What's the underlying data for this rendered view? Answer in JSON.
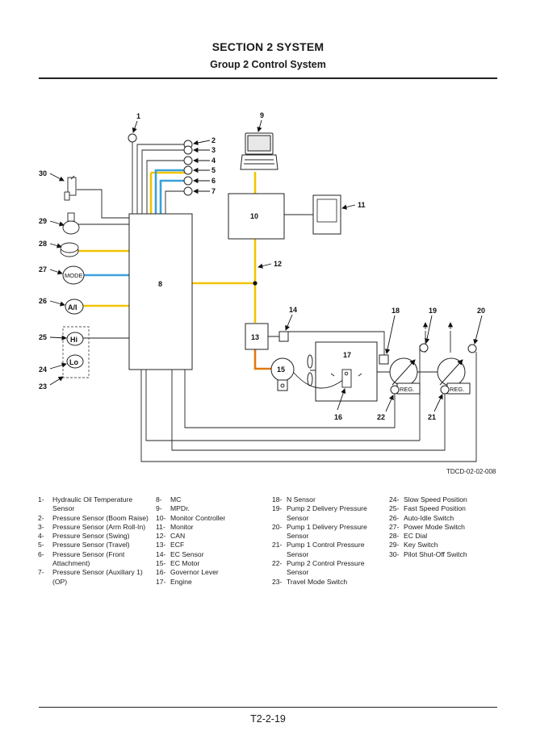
{
  "header": {
    "section_title": "SECTION 2 SYSTEM",
    "group_title": "Group 2 Control System"
  },
  "diagram": {
    "reference_code": "TDCD-02-02-008",
    "callouts": [
      "1",
      "2",
      "3",
      "4",
      "5",
      "6",
      "7",
      "8",
      "9",
      "10",
      "11",
      "12",
      "13",
      "14",
      "15",
      "16",
      "17",
      "18",
      "19",
      "20",
      "21",
      "22",
      "23",
      "24",
      "25",
      "26",
      "27",
      "28",
      "29",
      "30"
    ],
    "switch_labels": {
      "mode": "MODE",
      "auto_idle": "A/I",
      "hi": "Hi",
      "lo": "Lo",
      "reg_left": "REG.",
      "reg_right": "REG."
    },
    "colors": {
      "yellow_line": "#f2c400",
      "blue_line": "#3ba0dc",
      "orange_line": "#e07a10"
    }
  },
  "legend": {
    "col1": [
      {
        "num": "1-",
        "text": "Hydraulic Oil Temperature Sensor"
      },
      {
        "num": "2-",
        "text": "Pressure Sensor (Boom Raise)"
      },
      {
        "num": "3-",
        "text": "Pressure Sensor (Arm Roll-In)"
      },
      {
        "num": "4-",
        "text": "Pressure Sensor (Swing)"
      },
      {
        "num": "5-",
        "text": "Pressure Sensor (Travel)"
      },
      {
        "num": "6-",
        "text": "Pressure Sensor (Front Attachment)"
      },
      {
        "num": "7-",
        "text": "Pressure Sensor (Auxiliary 1) (OP)"
      }
    ],
    "col2": [
      {
        "num": "8-",
        "text": "MC"
      },
      {
        "num": "9-",
        "text": "MPDr."
      },
      {
        "num": "10-",
        "text": "Monitor Controller"
      },
      {
        "num": "11-",
        "text": "Monitor"
      },
      {
        "num": "12-",
        "text": "CAN"
      },
      {
        "num": "13-",
        "text": "ECF"
      },
      {
        "num": "14-",
        "text": "EC Sensor"
      },
      {
        "num": "15-",
        "text": "EC Motor"
      },
      {
        "num": "16-",
        "text": "Governor Lever"
      },
      {
        "num": "17-",
        "text": "Engine"
      }
    ],
    "col3": [
      {
        "num": "18-",
        "text": "N Sensor"
      },
      {
        "num": "19-",
        "text": "Pump 2 Delivery Pressure Sensor"
      },
      {
        "num": "20-",
        "text": "Pump 1 Delivery Pressure Sensor"
      },
      {
        "num": "21-",
        "text": "Pump 1 Control Pressure Sensor"
      },
      {
        "num": "22-",
        "text": "Pump 2 Control Pressure Sensor"
      },
      {
        "num": "23-",
        "text": "Travel Mode Switch"
      }
    ],
    "col4": [
      {
        "num": "24-",
        "text": "Slow Speed Position"
      },
      {
        "num": "25-",
        "text": "Fast Speed Position"
      },
      {
        "num": "26-",
        "text": "Auto-Idle Switch"
      },
      {
        "num": "27-",
        "text": "Power Mode Switch"
      },
      {
        "num": "28-",
        "text": "EC Dial"
      },
      {
        "num": "29-",
        "text": "Key Switch"
      },
      {
        "num": "30-",
        "text": "Pilot Shut-Off Switch"
      }
    ]
  },
  "footer": {
    "page_number": "T2-2-19"
  }
}
